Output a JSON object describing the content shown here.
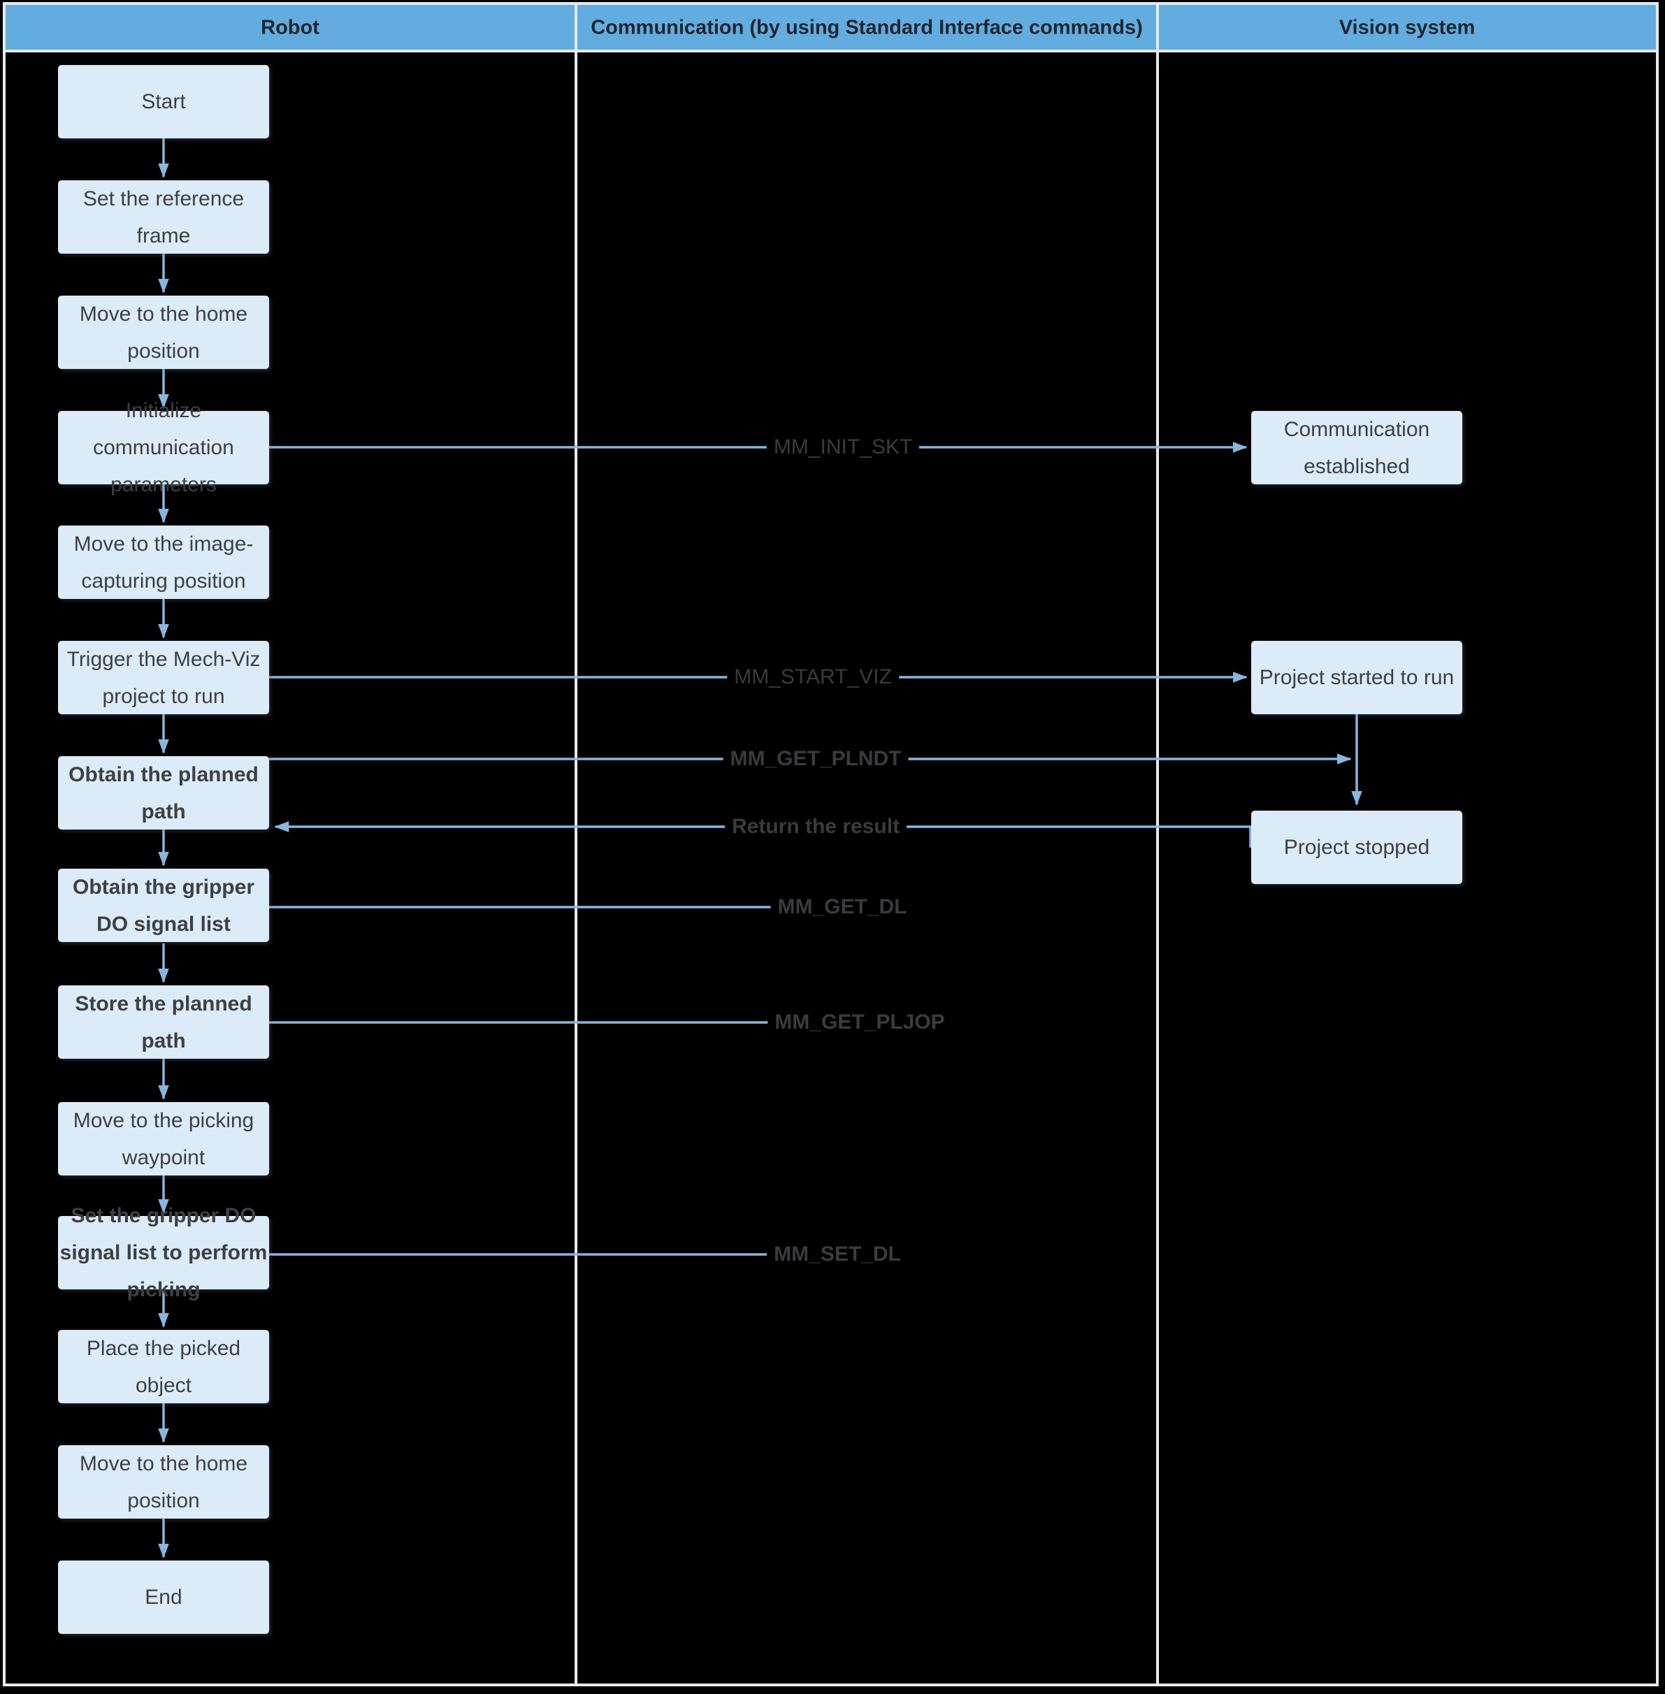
{
  "header": {
    "columns": [
      "Robot",
      "Communication (by using Standard Interface commands)",
      "Vision system"
    ]
  },
  "robot": {
    "steps": [
      {
        "label": "Start",
        "bold": false
      },
      {
        "label": "Set the reference\nframe",
        "bold": false
      },
      {
        "label": "Move to the home\nposition",
        "bold": false
      },
      {
        "label": "Initialize\ncommunication\nparameters",
        "bold": false
      },
      {
        "label": "Move to the image-\ncapturing position",
        "bold": false
      },
      {
        "label": "Trigger the Mech-Viz\nproject to run",
        "bold": false
      },
      {
        "label": "Obtain the planned\npath",
        "bold": true
      },
      {
        "label": "Obtain the gripper\nDO signal list",
        "bold": true
      },
      {
        "label": "Store the planned\npath",
        "bold": true
      },
      {
        "label": "Move to the picking\nwaypoint",
        "bold": false
      },
      {
        "label": "Set the gripper DO\nsignal list to perform\npicking",
        "bold": true
      },
      {
        "label": "Place the picked\nobject",
        "bold": false
      },
      {
        "label": "Move to the home\nposition",
        "bold": false
      },
      {
        "label": "End",
        "bold": false
      }
    ]
  },
  "vision": {
    "boxes": [
      {
        "label": "Communication\nestablished"
      },
      {
        "label": "Project started to run"
      },
      {
        "label": "Project stopped"
      }
    ]
  },
  "comm": {
    "labels": [
      {
        "text": "MM_INIT_SKT",
        "bold": false
      },
      {
        "text": "MM_START_VIZ",
        "bold": false
      },
      {
        "text": "MM_GET_PLNDT",
        "bold": true
      },
      {
        "text": "Return the result",
        "bold": true
      },
      {
        "text": "MM_GET_DL",
        "bold": true
      },
      {
        "text": "MM_GET_PLJOP",
        "bold": true
      },
      {
        "text": "MM_SET_DL",
        "bold": true
      }
    ]
  },
  "colors": {
    "header_bg": "#63ace0",
    "box_fill": "#dcebf8",
    "arrow": "#8ab5dc",
    "grid_line": "#e8e9ea",
    "box_text": "#3e4044",
    "label_text": "#3b3b3e",
    "background": "#000000"
  }
}
